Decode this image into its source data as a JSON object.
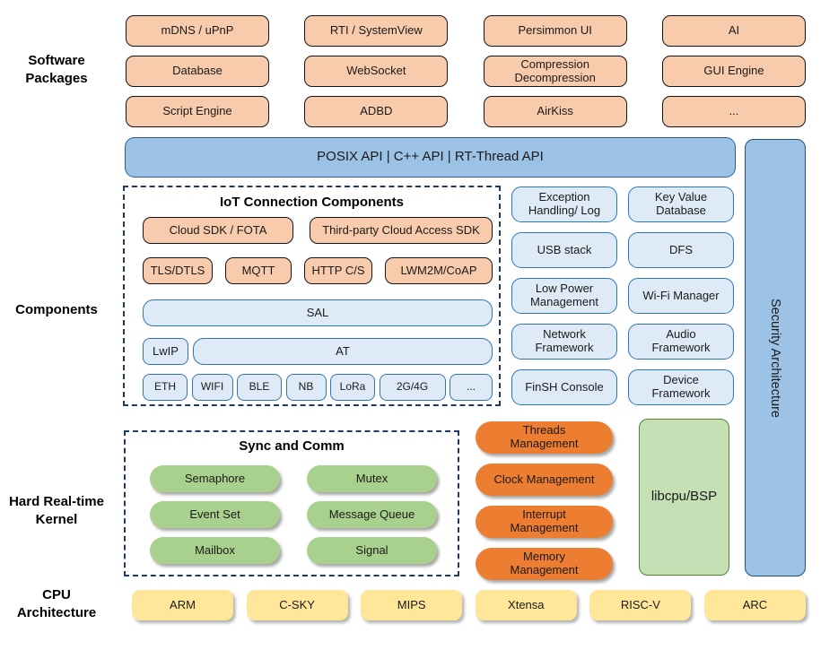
{
  "side_labels": {
    "software_packages": "Software\nPackages",
    "components": "Components",
    "kernel": "Hard Real-time\nKernel",
    "cpu": "CPU\nArchitecture"
  },
  "software_packages": [
    "mDNS / uPnP",
    "RTI / SystemView",
    "Persimmon UI",
    "AI",
    "Database",
    "WebSocket",
    "Compression\nDecompression",
    "GUI Engine",
    "Script Engine",
    "ADBD",
    "AirKiss",
    "..."
  ],
  "api_bar": "POSIX API  |  C++ API  |  RT-Thread API",
  "iot": {
    "title": "IoT Connection Components",
    "cloud_sdk": "Cloud SDK / FOTA",
    "third_party": "Third-party Cloud Access SDK",
    "protocols": [
      "TLS/DTLS",
      "MQTT",
      "HTTP C/S",
      "LWM2M/CoAP"
    ],
    "sal": "SAL",
    "lwip": "LwIP",
    "at": "AT",
    "links": [
      "ETH",
      "WIFI",
      "BLE",
      "NB",
      "LoRa",
      "2G/4G",
      "..."
    ]
  },
  "component_boxes": [
    "Exception\nHandling/ Log",
    "Key Value\nDatabase",
    "USB stack",
    "DFS",
    "Low Power\nManagement",
    "Wi-Fi Manager",
    "Network\nFramework",
    "Audio\nFramework",
    "FinSH Console",
    "Device\nFramework"
  ],
  "security": "Security Architecture",
  "kernel": {
    "sync_title": "Sync and Comm",
    "sync_items": [
      "Semaphore",
      "Mutex",
      "Event Set",
      "Message Queue",
      "Mailbox",
      "Signal"
    ],
    "management": [
      "Threads\nManagement",
      "Clock Management",
      "Interrupt\nManagement",
      "Memory\nManagement"
    ],
    "libcpu": "libcpu/BSP"
  },
  "cpu_archs": [
    "ARM",
    "C-SKY",
    "MIPS",
    "Xtensa",
    "RISC-V",
    "ARC"
  ],
  "colors": {
    "light_orange": "#F8CBAD",
    "medium_blue": "#9CC2E5",
    "light_blue": "#DEEAF6",
    "blue_border": "#2E75B6",
    "dark_blue_border": "#1F4E79",
    "dash_navy": "#1F3864",
    "green_pill": "#A9D18E",
    "dark_orange": "#ED7D31",
    "light_green": "#C5E0B4",
    "green_border": "#538135",
    "yellow": "#FFE699"
  }
}
